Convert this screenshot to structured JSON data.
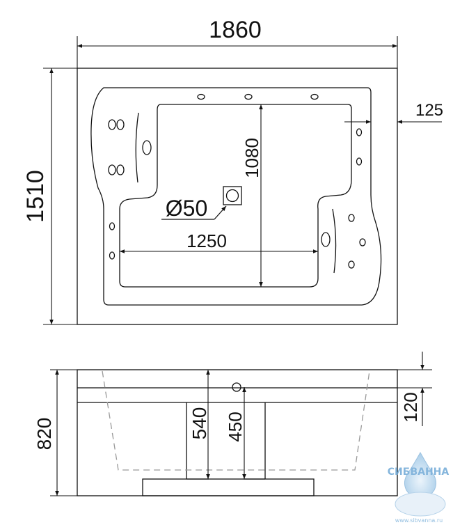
{
  "top_view": {
    "overall_length": "1860",
    "overall_width": "1510",
    "inner_length": "1250",
    "inner_width": "1080",
    "rim_width": "125",
    "drain_diameter": "Ø50"
  },
  "side_view": {
    "overall_height": "820",
    "rim_height": "120",
    "depth_to_seat": "540",
    "drain_height": "450"
  },
  "watermark": {
    "brand": "СИБВАННА",
    "url": "www.sibvanna.ru"
  },
  "colors": {
    "line": "#111111",
    "dashed": "#9a9a9a",
    "watermark": "#6fa9d6"
  }
}
